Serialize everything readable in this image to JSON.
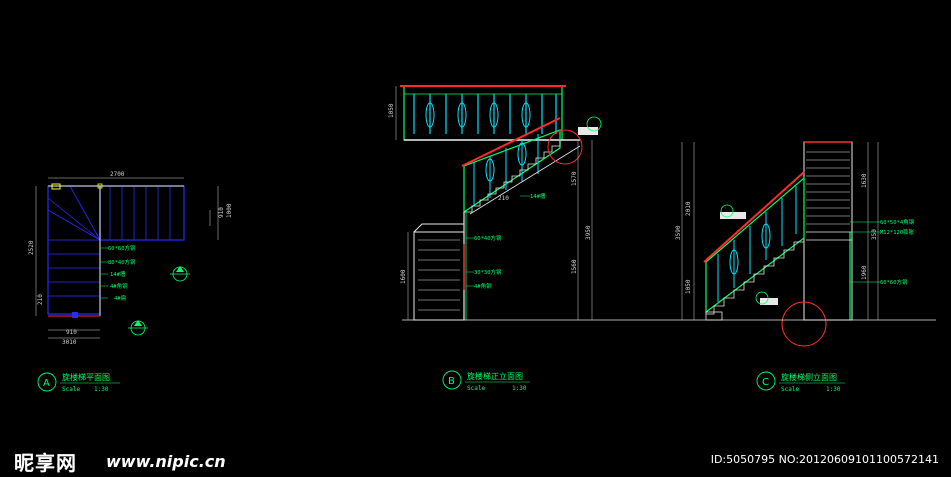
{
  "watermark": {
    "logo": "昵享网",
    "url": "www.nipic.cn",
    "id_line": "ID:5050795 NO:20120609101100572141"
  },
  "colors": {
    "background": "#000000",
    "cad_green": "#00ff66",
    "cad_blue": "#2a2aff",
    "cad_red": "#ff2a2a",
    "cad_cyan": "#00e5ff",
    "cad_white": "#e8e8e8",
    "cad_yellow": "#ffff00"
  },
  "views": {
    "a": {
      "letter": "A",
      "title": "旋楼梯平面图",
      "scale_label": "Scale",
      "scale_value": "1:30",
      "dims": {
        "top_width": "2700",
        "left_height": "2520",
        "bottom_width": "3010",
        "sub_a": "910",
        "sub_b": "210",
        "right_1": "910",
        "right_2": "1000"
      },
      "notes": [
        "60*60方钢",
        "80*40方钢",
        "14#槽",
        "4#角钢",
        "4#扁"
      ],
      "section_markers": [
        "1",
        "2"
      ]
    },
    "b": {
      "letter": "B",
      "title": "旋楼梯正立面图",
      "scale_label": "Scale",
      "scale_value": "1:30",
      "dims": {
        "top_rail": "1050",
        "right_upper": "1570",
        "right_lower": "1560",
        "right_total": "3950",
        "left_low": "1600"
      },
      "notes": [
        "14#槽",
        "60*40方钢",
        "30*30方钢",
        "4#角钢",
        "210"
      ]
    },
    "c": {
      "letter": "C",
      "title": "旋楼梯侧立面图",
      "scale_label": "Scale",
      "scale_value": "1:30",
      "dims": {
        "left_upper": "2010",
        "left_total": "3590",
        "left_lower": "1050",
        "right_upper": "1630",
        "right_mid": "350",
        "right_lower": "1960"
      },
      "notes": [
        "60*50*4角钢",
        "M12*120膨胀",
        "60*60方钢"
      ]
    }
  }
}
